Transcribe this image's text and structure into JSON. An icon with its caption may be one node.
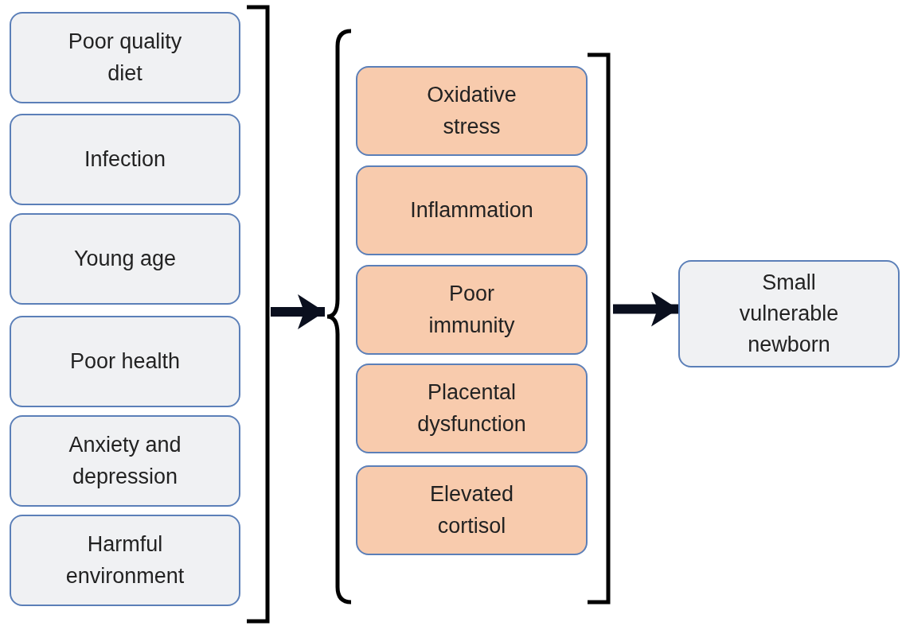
{
  "diagram": {
    "nodes": [
      {
        "text": [],
        "shape": "bracket"
      },
      {
        "text": [
          "Poor quality diet"
        ],
        "in": 0
      },
      {
        "text": [
          "Infection"
        ],
        "in": 0
      },
      {
        "text": [
          "Young age"
        ],
        "in": 0
      },
      {
        "text": [
          "Poor health"
        ],
        "in": 0
      },
      {
        "text": [
          "Anxiety and depression"
        ],
        "in": 0
      },
      {
        "text": [
          "Harmful environment"
        ],
        "in": 0
      },
      {
        "text": [],
        "shape": "bracket"
      },
      {
        "text": [
          "Oxidative stress"
        ],
        "in": 7
      },
      {
        "text": [
          "Inflammation"
        ],
        "in": 7
      },
      {
        "text": [
          "Poor immunity"
        ],
        "in": 7
      },
      {
        "text": [
          "Placental dysfunction"
        ],
        "in": 7
      },
      {
        "text": [
          "Elevated cortisol"
        ],
        "in": 7
      },
      {
        "text": [
          "Small vulnerable newborn"
        ]
      }
    ],
    "edges": [
      {
        "from": 0,
        "to": 7,
        "arrow": "to"
      },
      {
        "from": 7,
        "to": 13,
        "arrow": "to"
      }
    ]
  }
}
